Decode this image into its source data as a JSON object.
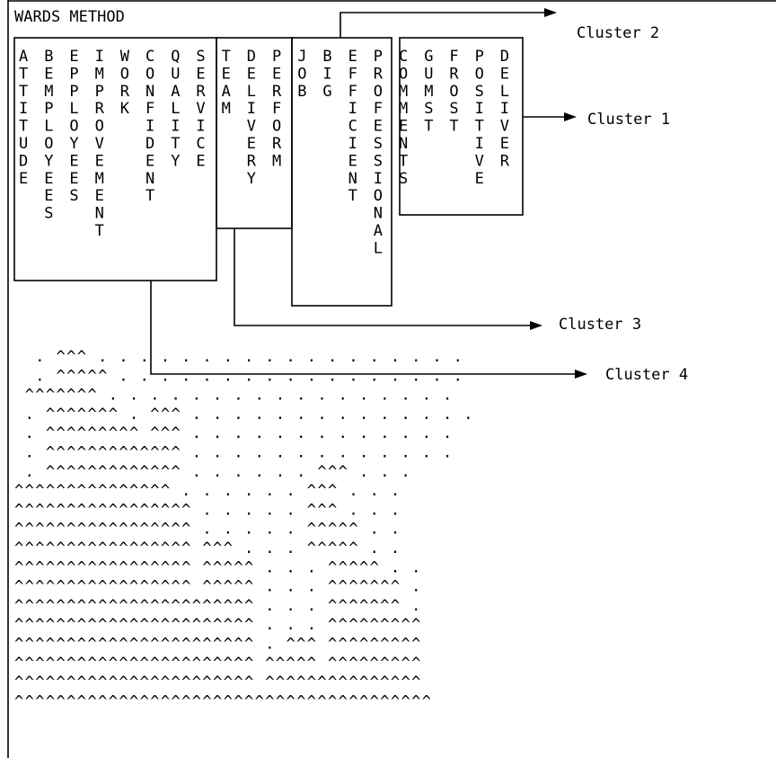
{
  "title": "WARDS METHOD",
  "variables": [
    {
      "id": "attitude",
      "label": "ATTITUDE"
    },
    {
      "id": "bemployees",
      "label": "BEMPLOYEES"
    },
    {
      "id": "eprloyees",
      "label": "EPPLOYEES"
    },
    {
      "id": "improvement",
      "label": "IMPROVEMENT"
    },
    {
      "id": "work",
      "label": "WORK"
    },
    {
      "id": "conf",
      "label": "CONFIDENT"
    },
    {
      "id": "quality",
      "label": "QUALITY"
    },
    {
      "id": "service",
      "label": "SERVICE"
    },
    {
      "id": "team",
      "label": "TEAM"
    },
    {
      "id": "delivery",
      "label": "DELIVERY"
    },
    {
      "id": "perform",
      "label": "PERFORM"
    },
    {
      "id": "job",
      "label": "JOB"
    },
    {
      "id": "big",
      "label": "BIG"
    },
    {
      "id": "efficient",
      "label": "EFFICIENT"
    },
    {
      "id": "professional",
      "label": "PROFESSIONAL"
    },
    {
      "id": "comments",
      "label": "COMMENTS"
    },
    {
      "id": "gust",
      "label": "GUMST"
    },
    {
      "id": "frost",
      "label": "FROST"
    },
    {
      "id": "positive",
      "label": "POSITIVE"
    },
    {
      "id": "deliver",
      "label": "DELIVER"
    }
  ],
  "dendrogram_rows": [
    "  . ^^^ . . . . . . . . . . . . . . . . . .",
    "  . ^^^^^ . . . . . . . . . . . . . . . . .",
    " ^^^^^^^ . . . . . . . . . . . . . . . . .",
    " . ^^^^^^^ . ^^^ . . . . . . . . . . . . . .",
    " . ^^^^^^^^^ ^^^ . . . . . . . . . . . . .",
    " . ^^^^^^^^^^^^^ . . . . . . . . . . . . .",
    " . ^^^^^^^^^^^^^ . . . . . . ^^^ . . .",
    "^^^^^^^^^^^^^^^ . . . . . . ^^^ . . .",
    "^^^^^^^^^^^^^^^^^ . . . . . ^^^ . . .",
    "^^^^^^^^^^^^^^^^^ . . . . . ^^^^^ . .",
    "^^^^^^^^^^^^^^^^^ ^^^ . . . ^^^^^ . .",
    "^^^^^^^^^^^^^^^^^ ^^^^^ . . . ^^^^^ . .",
    "^^^^^^^^^^^^^^^^^ ^^^^^ . . . ^^^^^^^ .",
    "^^^^^^^^^^^^^^^^^^^^^^^ . . . ^^^^^^^ .",
    "^^^^^^^^^^^^^^^^^^^^^^^ . . . ^^^^^^^^^",
    "^^^^^^^^^^^^^^^^^^^^^^^ . ^^^ ^^^^^^^^^",
    "^^^^^^^^^^^^^^^^^^^^^^^ ^^^^^ ^^^^^^^^^",
    "^^^^^^^^^^^^^^^^^^^^^^^ ^^^^^^^^^^^^^^^",
    "^^^^^^^^^^^^^^^^^^^^^^^^^^^^^^^^^^^^^^^^"
  ],
  "clusters": [
    {
      "id": "cluster-2",
      "label": "Cluster 2"
    },
    {
      "id": "cluster-1",
      "label": "Cluster 1"
    },
    {
      "id": "cluster-3",
      "label": "Cluster 3"
    },
    {
      "id": "cluster-4",
      "label": "Cluster 4"
    }
  ]
}
